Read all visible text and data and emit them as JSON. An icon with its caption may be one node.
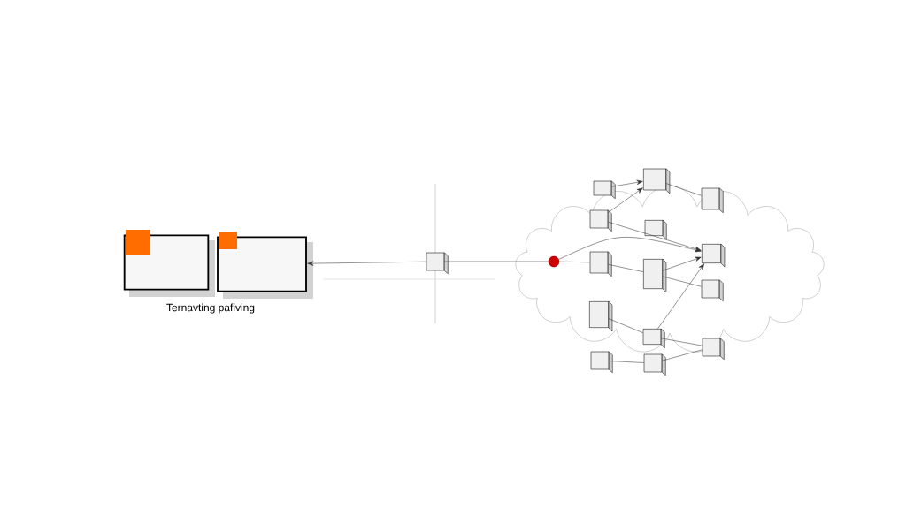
{
  "diagram": {
    "nodes": [
      {
        "text": [],
        "shape": "box"
      },
      {
        "text": [],
        "shape": "box"
      },
      {
        "text": [],
        "shape": "cube"
      },
      {
        "text": [],
        "shape": "circle"
      },
      {
        "text": [],
        "shape": "cube"
      },
      {
        "text": [],
        "shape": "cube"
      },
      {
        "text": [],
        "shape": "cube"
      },
      {
        "text": [],
        "shape": "cube"
      },
      {
        "text": [],
        "shape": "cube"
      },
      {
        "text": [],
        "shape": "cube"
      },
      {
        "text": [],
        "shape": "cube"
      },
      {
        "text": [],
        "shape": "cube"
      },
      {
        "text": [],
        "shape": "cube"
      },
      {
        "text": [],
        "shape": "cube"
      },
      {
        "text": [],
        "shape": "cube"
      },
      {
        "text": [],
        "shape": "cube"
      },
      {
        "text": [],
        "shape": "cube"
      },
      {
        "text": [],
        "shape": "cube"
      }
    ],
    "edges": [
      {
        "from": 2,
        "to": 1,
        "arrow": "to"
      },
      {
        "from": 2,
        "to": 3,
        "arrow": "none"
      },
      {
        "from": 3,
        "to": 9,
        "arrow": "none"
      },
      {
        "from": 3,
        "to": 11,
        "arrow": "to"
      },
      {
        "from": 4,
        "to": 5,
        "arrow": "to"
      },
      {
        "from": 5,
        "to": 6,
        "arrow": "none"
      },
      {
        "from": 7,
        "to": 5,
        "arrow": "to"
      },
      {
        "from": 7,
        "to": 11,
        "arrow": "to"
      },
      {
        "from": 9,
        "to": 10,
        "arrow": "none"
      },
      {
        "from": 10,
        "to": 11,
        "arrow": "to"
      },
      {
        "from": 10,
        "to": 12,
        "arrow": "none"
      },
      {
        "from": 13,
        "to": 14,
        "arrow": "none"
      },
      {
        "from": 14,
        "to": 11,
        "arrow": "to"
      },
      {
        "from": 14,
        "to": 15,
        "arrow": "none"
      },
      {
        "from": 16,
        "to": 17,
        "arrow": "none"
      },
      {
        "from": 17,
        "to": 15,
        "arrow": "none"
      }
    ],
    "labels": [
      "Ternavting pafiving"
    ]
  }
}
